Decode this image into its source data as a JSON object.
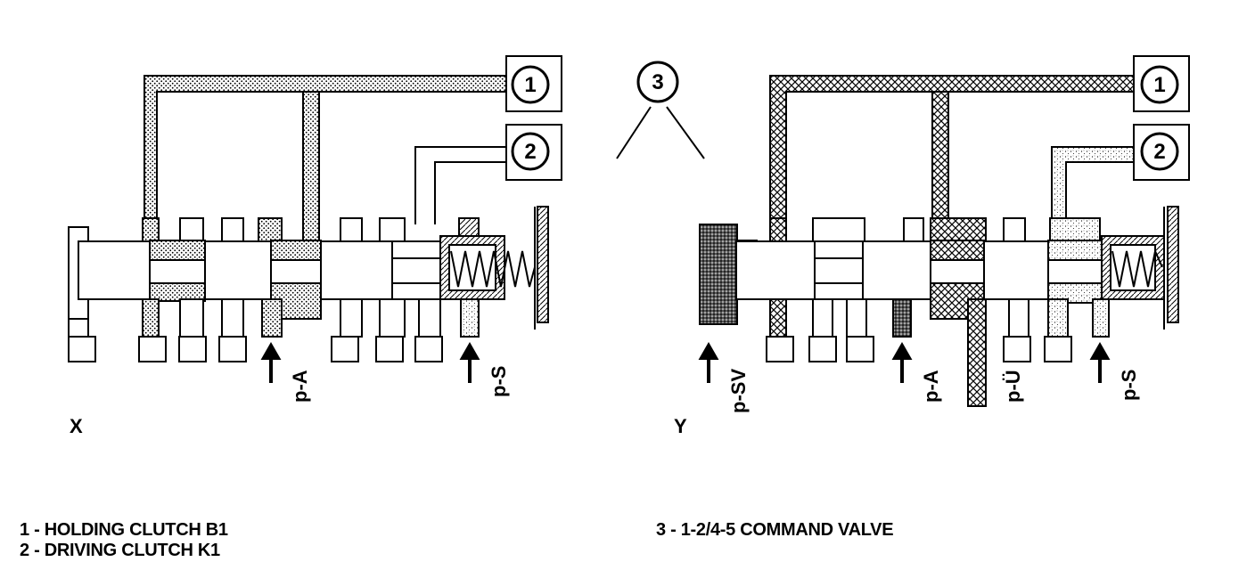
{
  "diagram": {
    "view_x_label": "X",
    "view_y_label": "Y",
    "callouts": {
      "c1": "1",
      "c2": "2",
      "c3": "3"
    },
    "pressure_labels": {
      "x_pa": "p-A",
      "x_ps": "p-S",
      "y_psv": "p-SV",
      "y_pa": "p-A",
      "y_pu": "p-Ü",
      "y_ps": "p-S"
    }
  },
  "legend": {
    "item1": "1 - HOLDING CLUTCH B1",
    "item2": "2 - DRIVING CLUTCH K1",
    "item3": "3 - 1-2/4-5 COMMAND VALVE"
  }
}
